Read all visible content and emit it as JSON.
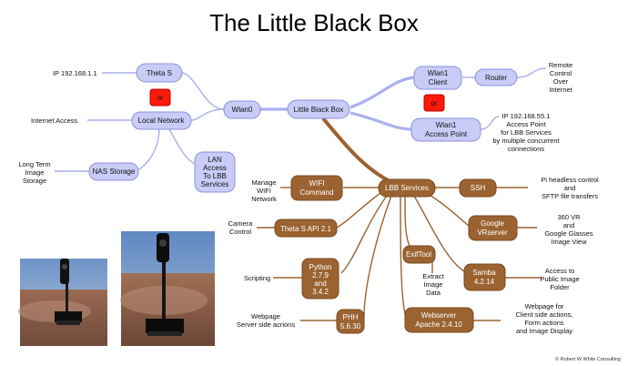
{
  "title": "The Little Black Box",
  "nodes": {
    "center": "Little Black Box",
    "theta_s": "Theta S",
    "local_network": "Local Network",
    "wlan0": "Wlan0",
    "or1": "or",
    "or2": "or",
    "nas_storage": "NAS Storage",
    "lan_access": [
      "LAN",
      "Access",
      "To LBB",
      "Services"
    ],
    "wlan1_client": [
      "Wlan1",
      "Client"
    ],
    "router": "Router",
    "wlan1_ap": [
      "Wlan1",
      "Access Point"
    ],
    "lbb_services": "LBB Services",
    "wifi_command": [
      "WIFI",
      "Command"
    ],
    "theta_api": "Theta S API 2.1",
    "python": [
      "Python",
      "2.7.9",
      "and",
      "3.4.2"
    ],
    "phh": [
      "PHH",
      "5.6.30"
    ],
    "ssh": "SSH",
    "google_vrserver": [
      "Google",
      "VRserver"
    ],
    "exiftool": "ExifTool",
    "samba": [
      "Samba",
      "4.2.14"
    ],
    "webserver": [
      "Webserver",
      "Apache 2.4.10"
    ]
  },
  "notes": {
    "ip_theta": "IP 192.168.1.1",
    "internet_access": "Internet Access",
    "long_term": [
      "Long Term",
      "Image",
      "Storage"
    ],
    "remote_control": [
      "Remote",
      "Control",
      "Over",
      "Internet"
    ],
    "ip_ap": [
      "IP 192.168.55.1",
      "Access Point",
      "for LBB Services",
      "by multiple concurrent",
      "connections"
    ],
    "manage_wifi": [
      "Manage",
      "WIFI",
      "Network"
    ],
    "camera_control": [
      "Camera",
      "Control"
    ],
    "scripting": "Scripting",
    "webpage_server": [
      "Webpage",
      "Server side acrions"
    ],
    "pi_headless": [
      "Pi headless control",
      "and",
      "SFTP file transfers"
    ],
    "vr_360": [
      "360 VR",
      "and",
      "Google Glasses",
      "Image View"
    ],
    "extract": [
      "Extract",
      "Image",
      "Data"
    ],
    "access_public": [
      "Access to",
      "Public Image",
      "Folder"
    ],
    "webpage_client": [
      "Webpage for",
      "Client side actions,",
      "Form actions",
      "and Image Display"
    ]
  },
  "copyright": "© Robert W White Consulting",
  "colors": {
    "blue_node": "#c8ccf6",
    "blue_edge": "#aab0ee",
    "brown_node": "#9a6331",
    "red_node": "#ff1a0d"
  }
}
